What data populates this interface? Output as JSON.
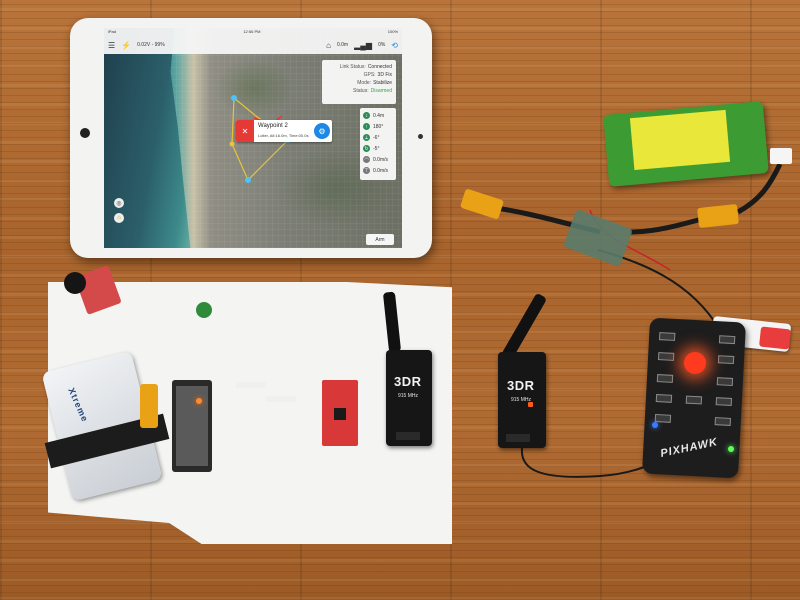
{
  "scene": "drone ground-station hardware on wooden table",
  "ipad": {
    "status_left": "iPad",
    "status_time": "12:56 PM",
    "status_right": "100%",
    "toolbar": {
      "battery_text": "0.02V - 99%",
      "altitude_text": "0.0m",
      "signal_text": "0%"
    },
    "link_panel": {
      "link_status_label": "Link Status:",
      "link_status_value": "Connected",
      "gps_label": "GPS:",
      "gps_value": "3D Fix",
      "mode_label": "Mode:",
      "mode_value": "Stabilize",
      "status_label": "Status:",
      "status_value": "Disarmed"
    },
    "telemetry": {
      "altitude": "0.4m",
      "heading": "180°",
      "pitch": "-6°",
      "roll": "-5°",
      "ground_speed": "0.0m/s",
      "climb_rate": "0.0m/s"
    },
    "waypoint": {
      "title": "Waypoint 2",
      "detail": "Loiter, Alt:16.0m, Time:00.0s"
    },
    "arm_label": "Arm"
  },
  "radios": {
    "left": {
      "brand": "3DR",
      "freq": "915 MHz"
    },
    "right": {
      "brand": "3DR",
      "freq": "915 MHz"
    }
  },
  "flight_controller": {
    "brand": "PIXHAWK"
  },
  "small_battery": {
    "brand": "Xtreme"
  },
  "colors": {
    "wood": "#a8642c",
    "accent_red": "#e53935",
    "accent_blue": "#1e88e5",
    "battery_green": "#3d9b34"
  }
}
